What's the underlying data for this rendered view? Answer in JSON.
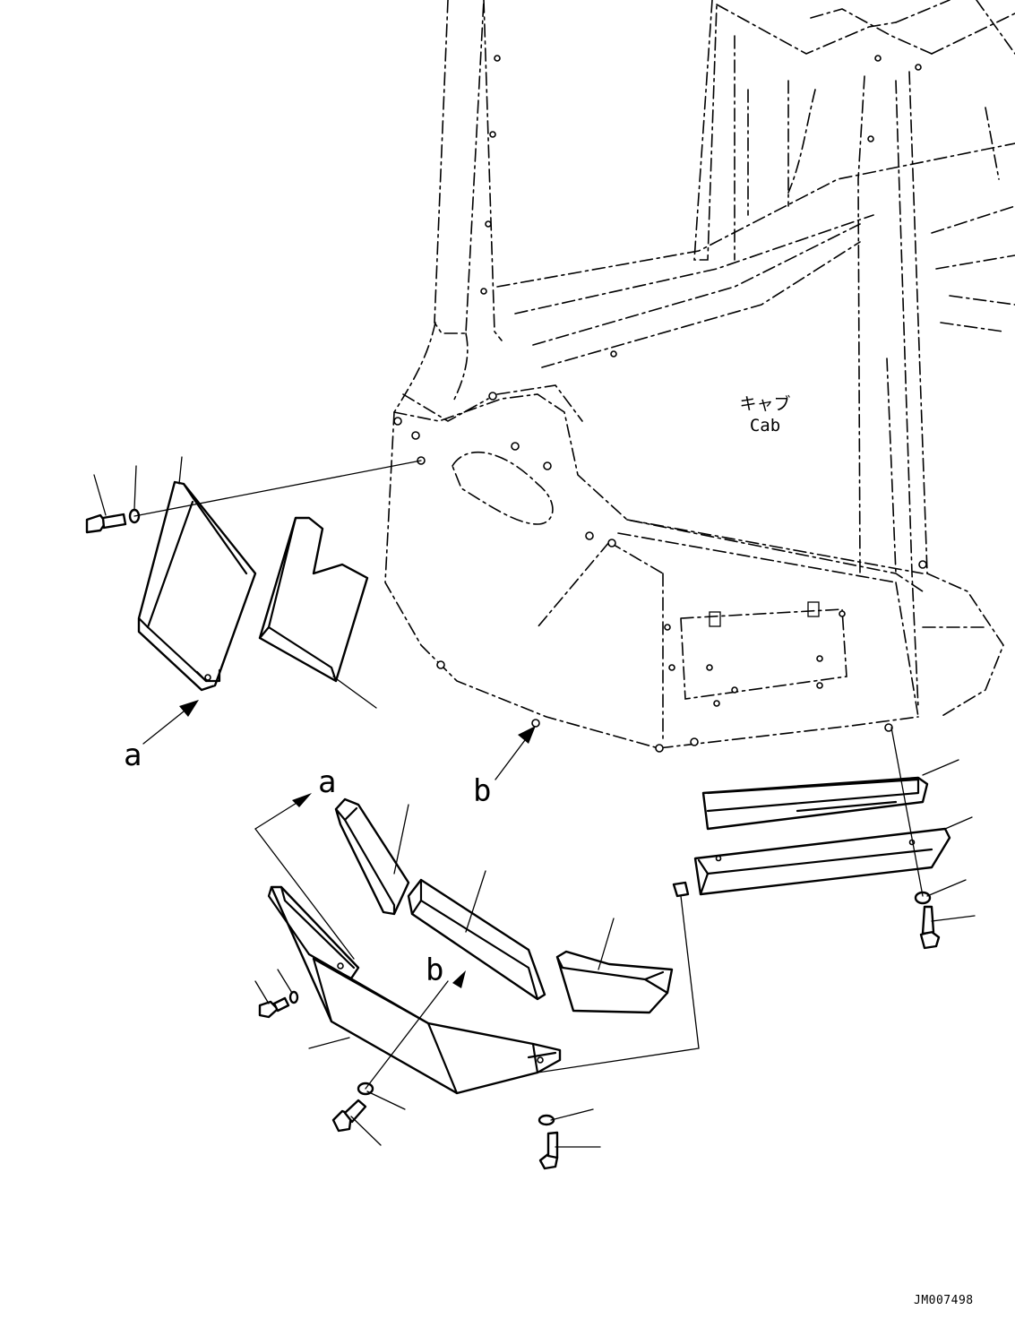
{
  "diagram": {
    "cab_label_jp": "キャブ",
    "cab_label_en": "Cab",
    "callouts": {
      "a_upper": "a",
      "b_upper": "b",
      "a_lower": "a",
      "b_lower": "b"
    },
    "drawing_code": "JM007498"
  },
  "colors": {
    "line": "#000000",
    "background": "#ffffff"
  }
}
